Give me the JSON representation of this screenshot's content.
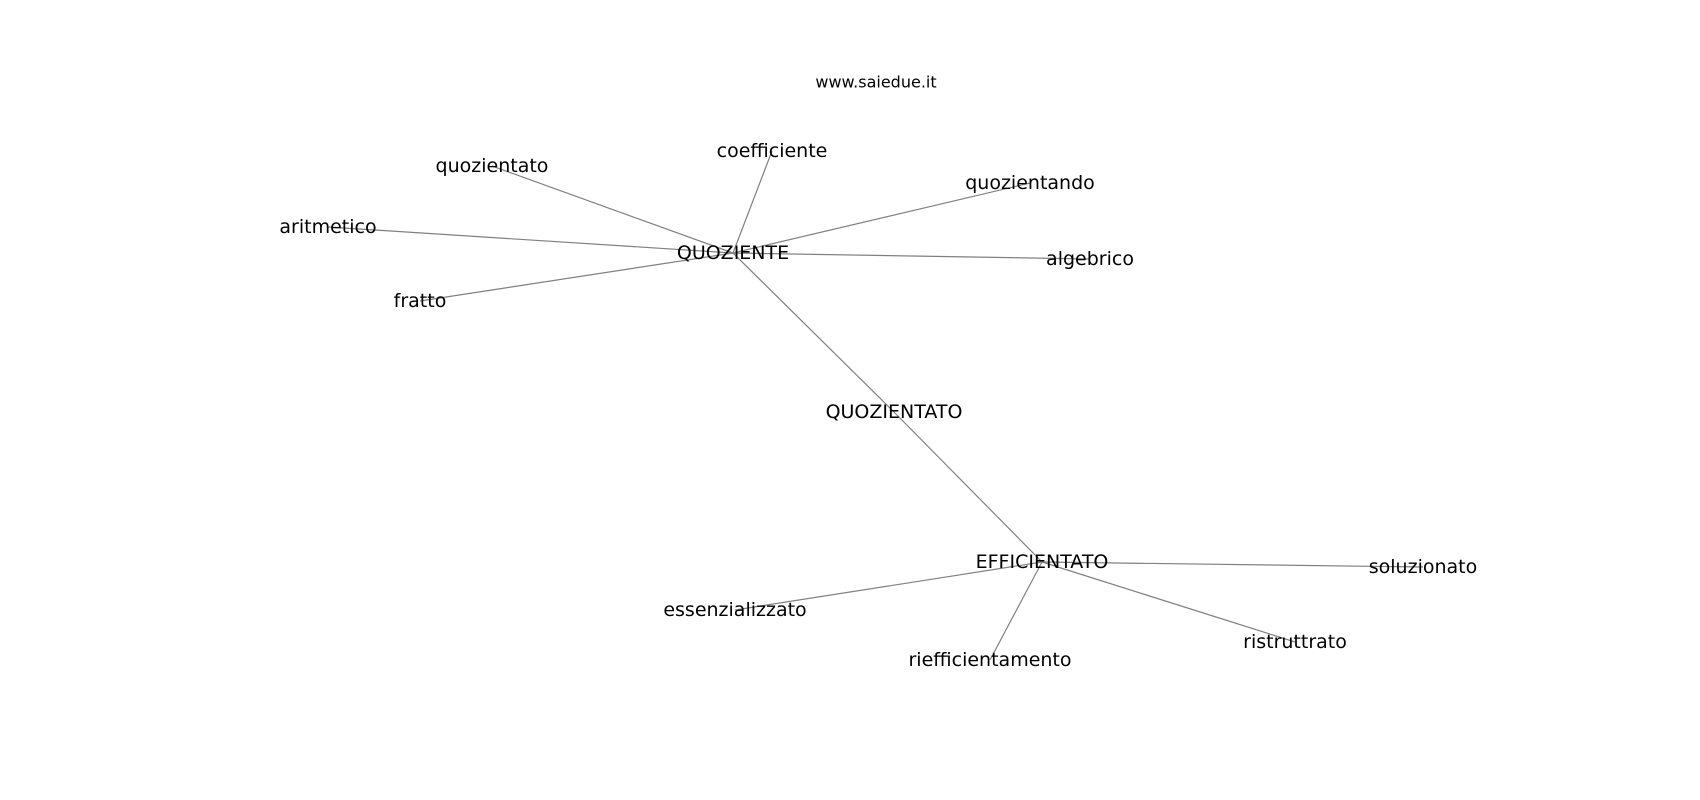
{
  "title": "www.saiedue.it",
  "edge_color": "#808080",
  "nodes": [
    {
      "id": "QUOZIENTE",
      "label": "QUOZIENTE"
    },
    {
      "id": "QUOZIENTATO",
      "label": "QUOZIENTATO"
    },
    {
      "id": "EFFICIENTATO",
      "label": "EFFICIENTATO"
    },
    {
      "id": "coefficiente",
      "label": "coefficiente"
    },
    {
      "id": "quozientato",
      "label": "quozientato"
    },
    {
      "id": "quozientando",
      "label": "quozientando"
    },
    {
      "id": "aritmetico",
      "label": "aritmetico"
    },
    {
      "id": "algebrico",
      "label": "algebrico"
    },
    {
      "id": "fratto",
      "label": "fratto"
    },
    {
      "id": "soluzionato",
      "label": "soluzionato"
    },
    {
      "id": "ristruttrato",
      "label": "ristruttrato"
    },
    {
      "id": "riefficientamento",
      "label": "riefficientamento"
    },
    {
      "id": "essenzializzato",
      "label": "essenzializzato"
    }
  ],
  "edges": [
    [
      "QUOZIENTE",
      "coefficiente"
    ],
    [
      "QUOZIENTE",
      "quozientato"
    ],
    [
      "QUOZIENTE",
      "quozientando"
    ],
    [
      "QUOZIENTE",
      "aritmetico"
    ],
    [
      "QUOZIENTE",
      "algebrico"
    ],
    [
      "QUOZIENTE",
      "fratto"
    ],
    [
      "QUOZIENTE",
      "QUOZIENTATO"
    ],
    [
      "QUOZIENTATO",
      "EFFICIENTATO"
    ],
    [
      "EFFICIENTATO",
      "soluzionato"
    ],
    [
      "EFFICIENTATO",
      "ristruttrato"
    ],
    [
      "EFFICIENTATO",
      "riefficientamento"
    ],
    [
      "EFFICIENTATO",
      "essenzializzato"
    ]
  ]
}
